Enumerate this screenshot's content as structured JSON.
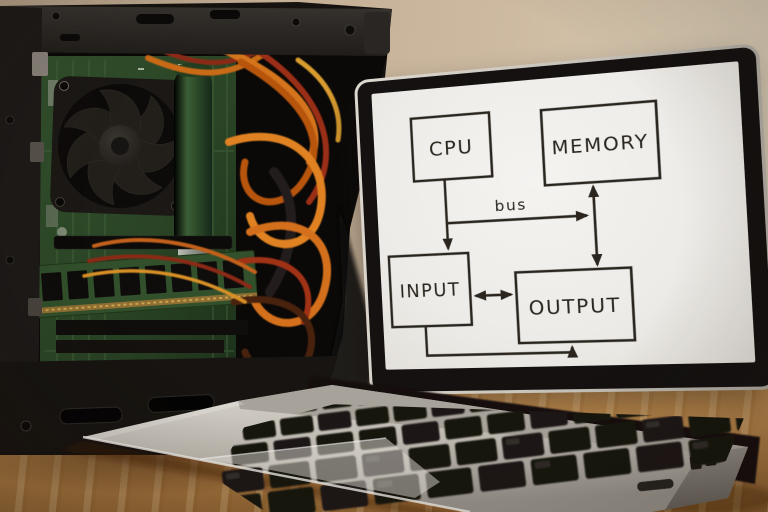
{
  "scene": {
    "subjects": [
      "open desktop PC case with cooling fan, motherboard, RAM and orange power cables",
      "laptop on a wooden desk displaying a computer architecture diagram",
      "beige wall background"
    ]
  },
  "diagram": {
    "nodes": [
      {
        "id": "cpu",
        "label": "CPU"
      },
      {
        "id": "memory",
        "label": "MEMORY"
      },
      {
        "id": "input",
        "label": "INPUT"
      },
      {
        "id": "output",
        "label": "OUTPUT"
      }
    ],
    "bus_label": "bus",
    "edges": [
      {
        "from": "cpu",
        "to": "input",
        "style": "arrow-down"
      },
      {
        "from": "cpu",
        "to": "memory-output-line",
        "style": "arrow-right",
        "label": "bus"
      },
      {
        "from": "memory",
        "to": "output",
        "style": "double-arrow-vertical"
      },
      {
        "from": "input",
        "to": "output",
        "style": "double-arrow-horizontal"
      },
      {
        "from": "input",
        "to": "output",
        "style": "arrow-up",
        "route": "bottom"
      }
    ],
    "ink_color": "#2a261f"
  },
  "palette": {
    "wall": "#c6b197",
    "wall_light": "#ddd2bc",
    "desk_wood": "#cda269",
    "desk_wood_dark": "#8a5f2f",
    "case_black": "#15120f",
    "motherboard_green": "#2e4829",
    "heatsink_green": "#3c5f35",
    "cable_orange": "#d4741e",
    "cable_red": "#9b2d14",
    "cable_yellow": "#d89b2e",
    "laptop_silver": "#c6c1b8",
    "screen_white": "#f1efec",
    "key_black": "#16130f"
  }
}
